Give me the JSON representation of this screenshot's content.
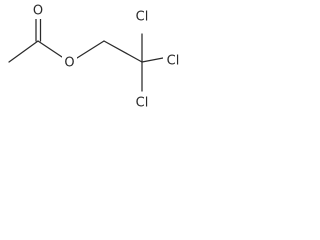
{
  "structure": {
    "atoms": {
      "carbonyl_oxygen": "O",
      "ester_oxygen": "O",
      "chlorine_top": "Cl",
      "chlorine_right": "Cl",
      "chlorine_bottom": "Cl"
    }
  }
}
